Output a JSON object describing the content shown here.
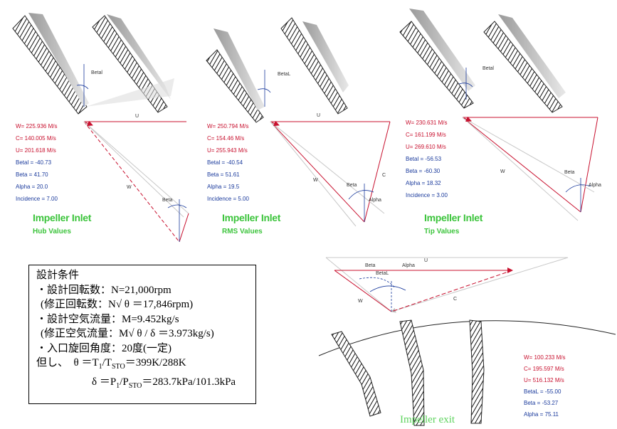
{
  "panels": {
    "hub": {
      "title": "Impeller Inlet",
      "subtitle": "Hub Values",
      "values": [
        "W= 225.936 M/s",
        "C= 140.005 M/s",
        "U= 201.618 M/s",
        "Betal = -40.73",
        "Beta = 41.70",
        "Alpha = 20.0",
        "Incidence = 7.00"
      ],
      "labels": {
        "blade_angle": "Betal",
        "U": "U",
        "W": "W",
        "beta": "Beta"
      }
    },
    "rms": {
      "title": "Impeller Inlet",
      "subtitle": "RMS Values",
      "values": [
        "W= 250.794 M/s",
        "C= 154.46 M/s",
        "U= 255.943 M/s",
        "Betal = -40.54",
        "Beta = 51.61",
        "Alpha = 19.5",
        "Incidence = 5.00"
      ],
      "labels": {
        "blade_angle": "BetaL",
        "U": "U",
        "W": "W",
        "beta": "Beta",
        "alpha": "Alpha",
        "C": "C"
      }
    },
    "tip": {
      "title": "Impeller Inlet",
      "subtitle": "Tip Values",
      "values": [
        "W= 230.631 M/s",
        "C= 161.199 M/s",
        "U= 269.610 M/s",
        "Betal = -56.53",
        "Beta = -60.30",
        "Alpha = 18.32",
        "Incidence = 3.00"
      ],
      "labels": {
        "blade_angle": "Betal",
        "W": "W",
        "beta": "Beta",
        "alpha": "Alpha"
      }
    },
    "exit": {
      "title": "Impeller exit",
      "values": [
        "W= 100.233 M/s",
        "C= 195.597 M/s",
        "U= 516.132 M/s",
        "BetaL = -55.00",
        "Beta = -53.27",
        "Alpha = 75.11"
      ],
      "labels": {
        "beta": "Beta",
        "alpha": "Alpha",
        "U": "U",
        "betal": "BetaL",
        "W": "W",
        "C": "C"
      }
    }
  },
  "conditions": {
    "title": "設計条件",
    "line1": "・設計回転数：N=21,000rpm",
    "line2": "(修正回転数：N√ θ ＝17,846rpm)",
    "line3": "・設計空気流量：M=9.452kg/s",
    "line4": "(修正空気流量：M√ θ / δ ＝3.973kg/s)",
    "line5": "・入口旋回角度：20度(一定)",
    "note_prefix": "但し、",
    "theta_text": "θ ＝T",
    "theta_sub1": "1",
    "theta_mid": "/T",
    "theta_sub2": "STO",
    "theta_value": "＝399K/288K",
    "delta_text": "δ ＝P",
    "delta_sub1": "1",
    "delta_mid": "/P",
    "delta_sub2": "STO",
    "delta_value": "＝283.7kPa/101.3kPa"
  },
  "colors": {
    "red": "#c8102e",
    "blue": "#1a3a9c",
    "green": "#3cc43c"
  }
}
